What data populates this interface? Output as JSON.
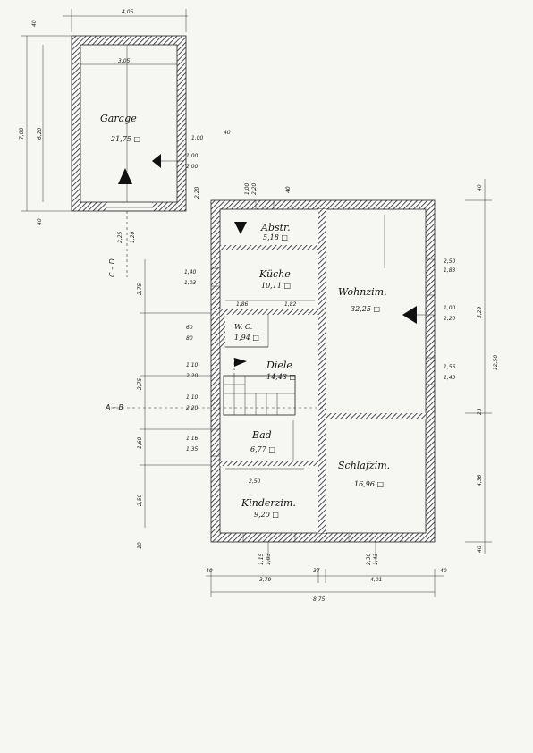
{
  "rooms": {
    "garage": {
      "name": "Garage",
      "area": "21,75 □"
    },
    "abstr": {
      "name": "Abstr.",
      "area": "5,18 □"
    },
    "kueche": {
      "name": "Küche",
      "area": "10,11 □"
    },
    "wohnzim": {
      "name": "Wohnzim.",
      "area": "32,25 □"
    },
    "wc": {
      "name": "W. C.",
      "area": "1,94 □"
    },
    "diele": {
      "name": "Diele",
      "area": "14,43 □"
    },
    "bad": {
      "name": "Bad",
      "area": "6,77 □"
    },
    "schlafzim": {
      "name": "Schlafzim.",
      "area": "16,96 □"
    },
    "kinderzim": {
      "name": "Kinderzim.",
      "area": "9,20 □"
    }
  },
  "sections": {
    "cd": "C – D",
    "ab": "A – B"
  },
  "dimensions": {
    "garage_top": "4,05",
    "garage_inner": "3,05",
    "garage_left_a": "7,00",
    "garage_left_b": "6,20",
    "garage_corner_top": "40",
    "garage_corner_bottom": "40",
    "garage_win_w": "1,00",
    "garage_win_h": "2,00",
    "garage_side": "40",
    "door_a": "1,00",
    "door_a2": "2,20",
    "door_b": "1,00",
    "door_b2": "2,20",
    "door_c": "40",
    "abstr_win": "2,25",
    "abstr_win2": "1,20",
    "kueche_l1": "1,40",
    "kueche_l2": "1,03",
    "kueche_w": "1,86",
    "kueche_w2": "1,82",
    "wohn_r1": "2,50",
    "wohn_r2": "1,83",
    "wohn_r3": "1,00",
    "wohn_r4": "2,20",
    "wc_l1": "60",
    "wc_l2": "80",
    "diele_l1": "1,10",
    "diele_l2": "2,20",
    "diele_l3": "1,10",
    "diele_l4": "2,20",
    "diele_r1": "1,56",
    "diele_r2": "1,43",
    "bad_l1": "1,16",
    "bad_l2": "1,35",
    "kinder_top": "2,50",
    "kinder_b1": "1,15",
    "kinder_b2": "1,03",
    "schlaf_b1": "2,30",
    "schlaf_b2": "1,43",
    "right_top": "40",
    "right_mid": "5,29",
    "right_total": "12,50",
    "right_low": "4,36",
    "right_bottom": "40",
    "right_x": "23",
    "left_a": "2,75",
    "left_b": "2,75",
    "left_c": "1,60",
    "left_d": "2,50",
    "left_e": "10",
    "bottom_l": "40",
    "bottom_a": "3,79",
    "bottom_b": "37",
    "bottom_c": "4,01",
    "bottom_r": "40",
    "bottom_total": "8,75"
  }
}
